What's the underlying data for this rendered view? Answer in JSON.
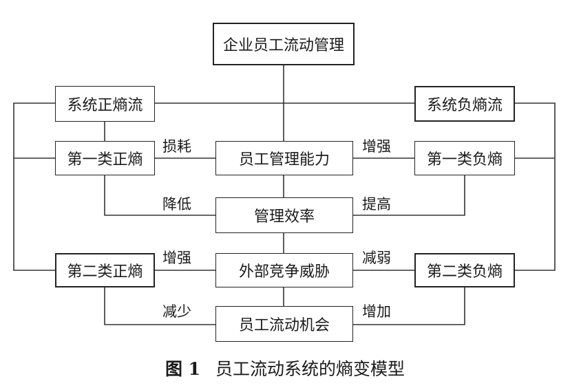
{
  "nodes": {
    "top": "企业员工流动管理",
    "left_positive_flow": "系统正熵流",
    "right_negative_flow": "系统负熵流",
    "left_type1": "第一类正熵",
    "center_capability": "员工管理能力",
    "right_type1": "第一类负熵",
    "center_efficiency": "管理效率",
    "left_type2": "第二类正熵",
    "center_threat": "外部竞争威胁",
    "right_type2": "第二类负熵",
    "center_opportunity": "员工流动机会"
  },
  "edge_labels": {
    "loss": "损耗",
    "enhance_top": "增强",
    "reduce": "降低",
    "improve": "提高",
    "enhance_left": "增强",
    "weaken": "减弱",
    "decrease": "减少",
    "increase": "增加"
  },
  "caption": {
    "figure_number": "图 1",
    "title": "员工流动系统的熵变模型"
  }
}
